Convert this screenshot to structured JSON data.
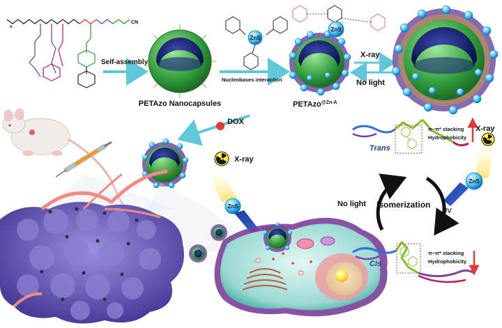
{
  "labels": {
    "self_assembly": "Self-assembly",
    "nanocapsules": "PETAzo Nanocapsules",
    "nucleobases": "Nucleobases interaction",
    "petazo_main": "PETAzo",
    "petazo_sup": "@Zn-A",
    "xray_top": "X-ray",
    "no_light_top": "No light",
    "dox": "DOX",
    "xray_mid": "X-ray",
    "zns_top1": "ZnS",
    "zns_top2": "ZnS",
    "zns_bottom": "ZnS",
    "zns_right": "ZnS",
    "uv_bottom": "UV",
    "trans": "Trans",
    "cis": "Cis",
    "pi_stacking_1": "π−π* stacking",
    "hydrophobicity_1": "Hydrophobicity",
    "xray_right": "X-ray",
    "no_light_mid": "No light",
    "isomerization": "Isomerization",
    "uv_right": "UV",
    "pi_stacking_2": "π−π* stacking",
    "hydrophobicity_2": "Hydrophobicity",
    "cn": "CN",
    "n_sub": "n"
  },
  "colors": {
    "arrow": "#5ec8d8",
    "sphere_green": "#2f9a3a",
    "sphere_core": "#1a237e",
    "bead": "#4fc3f7",
    "tumor": "#6c5fb8",
    "red_arrow": "#e53935"
  }
}
